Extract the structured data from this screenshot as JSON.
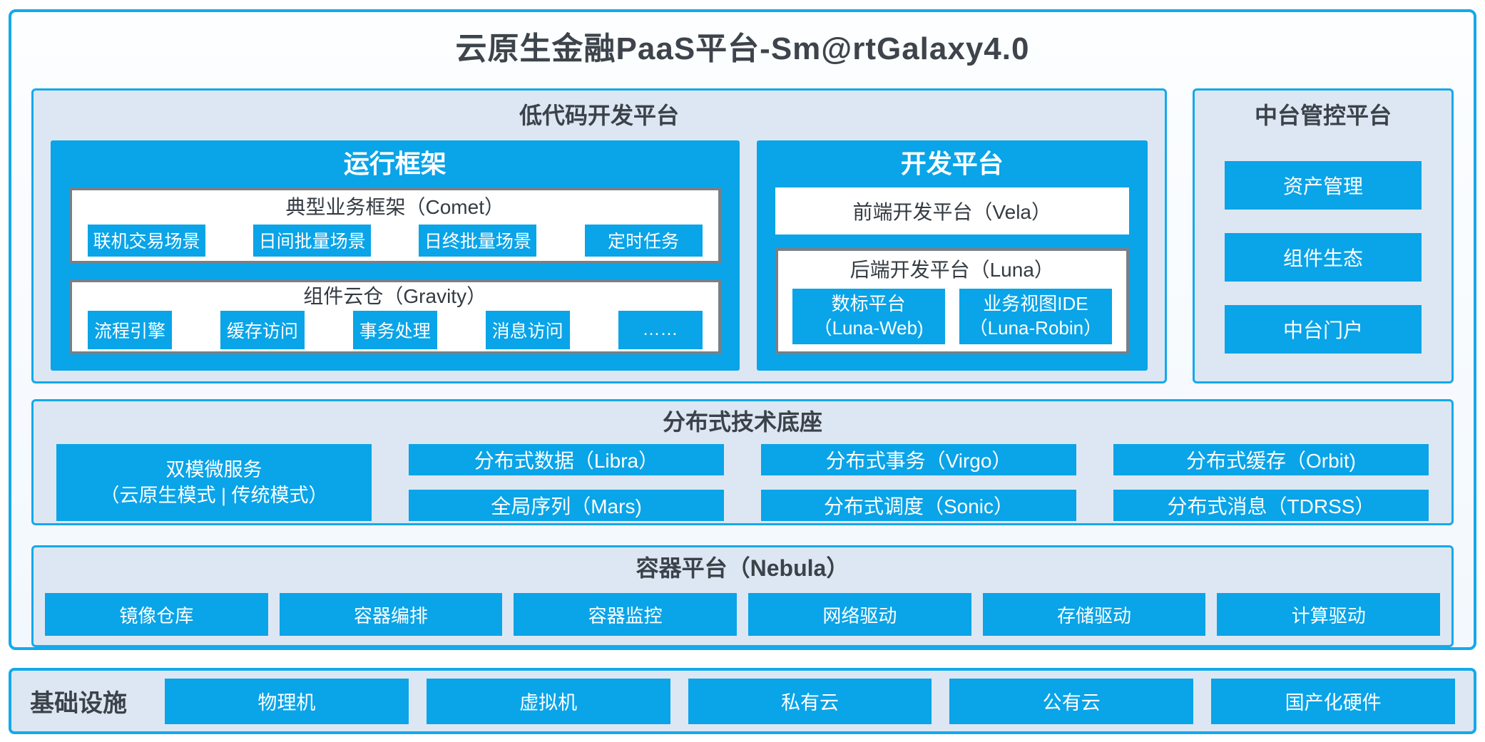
{
  "title": "云原生金融PaaS平台-Sm@rtGalaxy4.0",
  "colors": {
    "accent_blue": "#0aa4e8",
    "border_blue": "#14a9ec",
    "panel_bg": "#dde7f3",
    "dark_text": "#3b4249",
    "gray_box_border": "#778089"
  },
  "low_code": {
    "title": "低代码开发平台",
    "runtime": {
      "title": "运行框架",
      "comet": {
        "title": "典型业务框架（Comet）",
        "items": [
          "联机交易场景",
          "日间批量场景",
          "日终批量场景",
          "定时任务"
        ]
      },
      "gravity": {
        "title": "组件云仓（Gravity）",
        "items": [
          "流程引擎",
          "缓存访问",
          "事务处理",
          "消息访问",
          "……"
        ]
      }
    },
    "dev_platform": {
      "title": "开发平台",
      "vela": "前端开发平台（Vela）",
      "luna": {
        "title": "后端开发平台（Luna）",
        "items": [
          {
            "line1": "数标平台",
            "line2": "（Luna-Web)"
          },
          {
            "line1": "业务视图IDE",
            "line2": "（Luna-Robin）"
          }
        ]
      }
    }
  },
  "mid_control": {
    "title": "中台管控平台",
    "items": [
      "资产管理",
      "组件生态",
      "中台门户"
    ]
  },
  "distributed": {
    "title": "分布式技术底座",
    "dual_mode": {
      "line1": "双模微服务",
      "line2": "（云原生模式 | 传统模式）"
    },
    "row1": [
      "分布式数据（Libra）",
      "分布式事务（Virgo）",
      "分布式缓存（Orbit)"
    ],
    "row2": [
      "全局序列（Mars)",
      "分布式调度（Sonic）",
      "分布式消息（TDRSS）"
    ]
  },
  "container_platform": {
    "title": "容器平台（Nebula）",
    "items": [
      "镜像仓库",
      "容器编排",
      "容器监控",
      "网络驱动",
      "存储驱动",
      "计算驱动"
    ]
  },
  "infrastructure": {
    "title": "基础设施",
    "items": [
      "物理机",
      "虚拟机",
      "私有云",
      "公有云",
      "国产化硬件"
    ]
  }
}
